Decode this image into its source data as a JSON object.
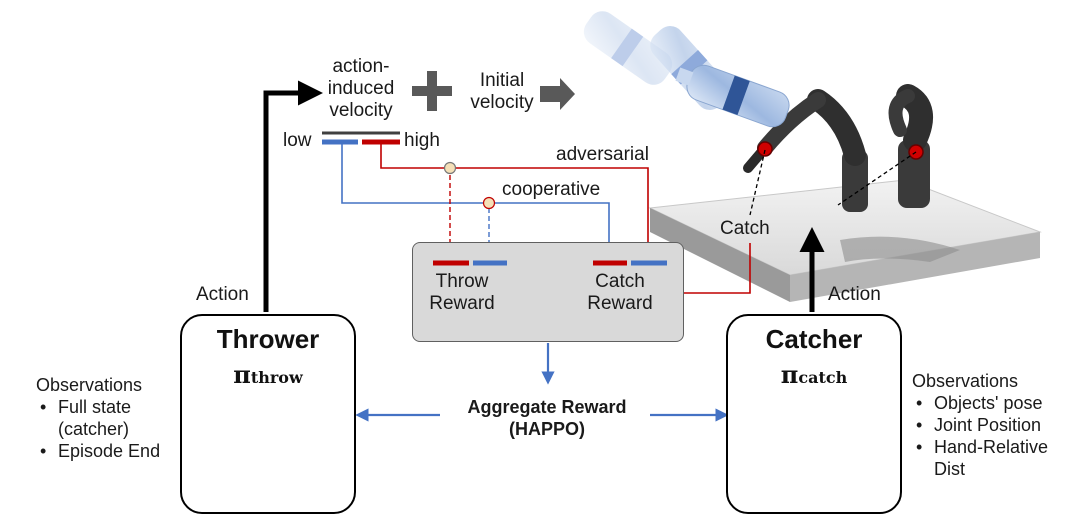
{
  "velocity": {
    "action_induced_lines": [
      "action-",
      "induced",
      "velocity"
    ],
    "initial_lines": [
      "Initial",
      "velocity"
    ],
    "low": "low",
    "high": "high"
  },
  "labels": {
    "adversarial": "adversarial",
    "cooperative": "cooperative",
    "catch": "Catch",
    "action_left": "Action",
    "action_right": "Action"
  },
  "reward": {
    "throw_lines": [
      "Throw",
      "Reward"
    ],
    "catch_lines": [
      "Catch",
      "Reward"
    ],
    "aggregate_lines": [
      "Aggregate Reward",
      "(HAPPO)"
    ]
  },
  "thrower": {
    "title": "Thrower",
    "policy_symbol": "π",
    "policy_sub": "throw",
    "observations_title": "Observations",
    "observations": [
      "Full state (catcher)",
      "Episode End"
    ]
  },
  "catcher": {
    "title": "Catcher",
    "policy_symbol": "π",
    "policy_sub": "catch",
    "observations_title": "Observations",
    "observations": [
      "Objects' pose",
      "Joint Position",
      "Hand-Relative Dist"
    ]
  },
  "colors": {
    "blue": "#4472c4",
    "red": "#c00000",
    "yellow": "#ffc000",
    "orange": "#ed7d31",
    "green": "#70ad47",
    "gray_node": "#a6a6a6",
    "dark_bar": "#404040"
  }
}
